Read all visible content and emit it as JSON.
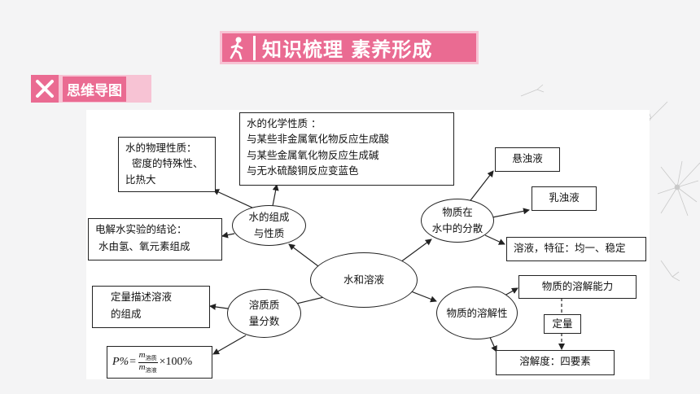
{
  "header": {
    "title": "知识梳理  素养形成",
    "section_label": "思维导图"
  },
  "colors": {
    "accent": "#ea6b92",
    "accent_light": "#f7c3d4",
    "panel_bg": "#ffffff",
    "page_bg": "#f4f4f5"
  },
  "icons": {
    "title_icon": "runner-icon",
    "section_icon": "mind-map-icon"
  },
  "mindmap": {
    "center": "水和溶液",
    "composition": {
      "lines": [
        "水的组成",
        "与性质"
      ],
      "physical": [
        "水的物理性质：",
        "  密度的特殊性、",
        "比热大"
      ],
      "chemical": [
        "水的化学性质 ：",
        "与某些非金属氧化物反应生成酸",
        "与某些金属氧化物反应生成碱",
        "与无水硫酸铜反应变蓝色"
      ],
      "electrolysis": [
        "电解水实验的结论：",
        " 水由氢、氧元素组成"
      ]
    },
    "dispersion": {
      "lines": [
        "物质在",
        "水中的分散"
      ],
      "suspension": "悬浊液",
      "emulsion": "乳浊液",
      "solution": "溶液，特征：均一、稳定"
    },
    "mass_fraction": {
      "lines": [
        "溶质质",
        "量分数"
      ],
      "description": [
        "定量描述溶液",
        "的组成"
      ],
      "formula": {
        "lhs": "P%=",
        "numerator": "m",
        "numerator_sub": "溶质",
        "denominator": "m",
        "denominator_sub": "溶液",
        "rhs": "×100%"
      }
    },
    "solubility": {
      "label": "物质的溶解性",
      "ability": "物质的溶解能力",
      "quantitative": "定量",
      "solubility_degree": "溶解度：四要素"
    }
  }
}
